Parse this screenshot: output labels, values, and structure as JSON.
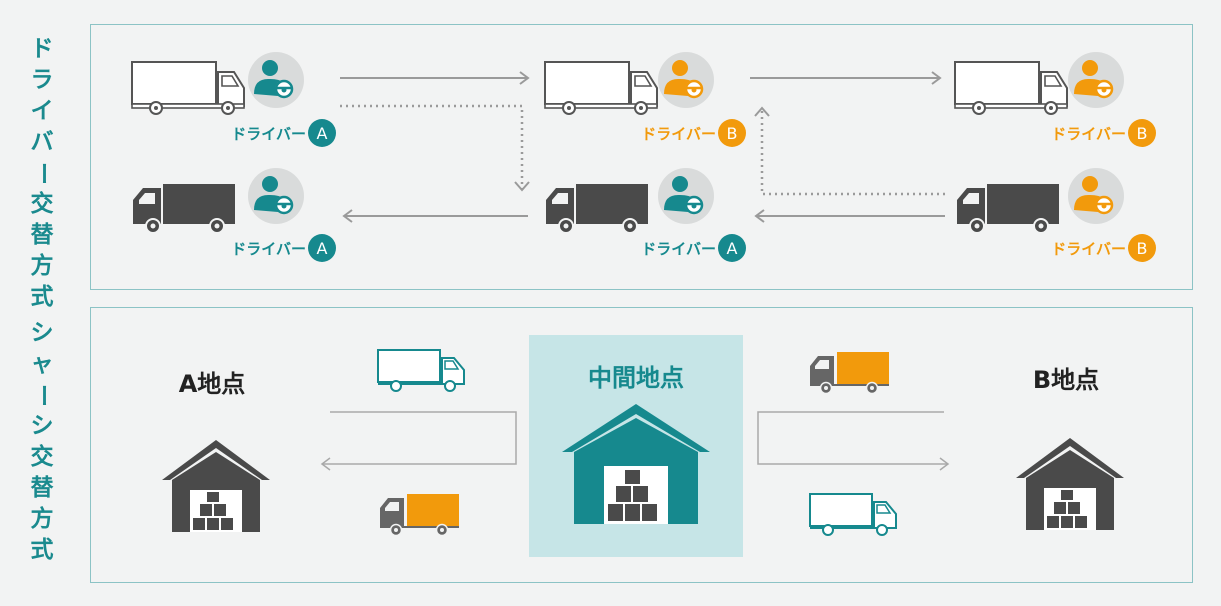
{
  "titles": {
    "driver_swap": "ドライバー交替方式",
    "chassis_swap": "シャーシ交替方式"
  },
  "top": {
    "row1": [
      {
        "label": "ドライバー",
        "badge": "A",
        "person_color": "teal"
      },
      {
        "label": "ドライバー",
        "badge": "B",
        "person_color": "orange"
      },
      {
        "label": "ドライバー",
        "badge": "B",
        "person_color": "orange"
      }
    ],
    "row2": [
      {
        "label": "ドライバー",
        "badge": "A",
        "person_color": "teal"
      },
      {
        "label": "ドライバー",
        "badge": "A",
        "person_color": "teal"
      },
      {
        "label": "ドライバー",
        "badge": "B",
        "person_color": "orange"
      }
    ]
  },
  "bottom": {
    "point_a": "A地点",
    "middle": "中間地点",
    "point_b": "B地点"
  },
  "colors": {
    "teal": "#16898e",
    "orange": "#f29a0c",
    "gray": "#4a4a4a",
    "middle_bg": "#c6e5e7"
  }
}
